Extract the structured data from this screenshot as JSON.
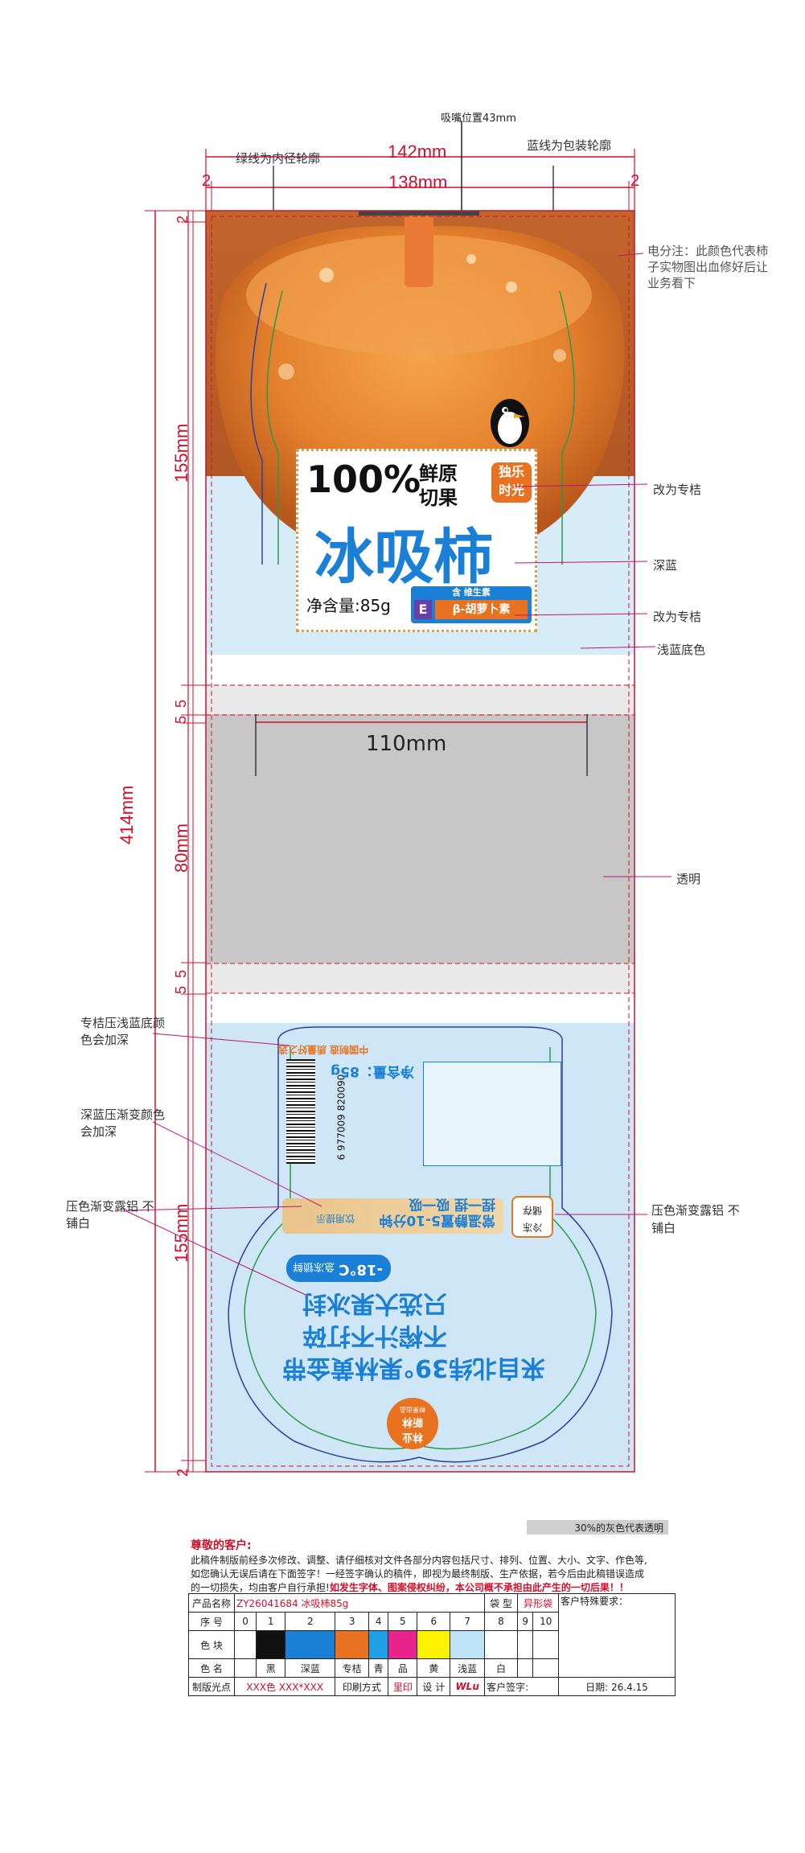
{
  "dimensions": {
    "top_straw": "吸嘴位置43mm",
    "w142": "142mm",
    "w138": "138mm",
    "edge_left": "2",
    "edge_right": "2",
    "h155_top": "155mm",
    "h414": "414mm",
    "h5a": "5",
    "h5b": "5",
    "h80": "80mm",
    "h5c": "5",
    "h5d": "5",
    "h155_bottom": "155mm",
    "h2_top": "2",
    "h2_bottom": "2",
    "w110": "110mm"
  },
  "notes": {
    "green_line": "绿线为内径轮廓",
    "blue_line": "蓝线为包装轮廓",
    "electro": "电分注：此颜色代表柿子实物图出血修好后让业务看下",
    "spot1": "改为专桔",
    "deep_blue": "深蓝",
    "spot2": "改为专桔",
    "light_blue": "浅蓝底色",
    "transparent": "透明",
    "spot_bg": "专桔压浅蓝底颜色会加深",
    "deep_gradient": "深蓝压渐变颜色会加深",
    "press_left": "压色渐变露铝  不铺白",
    "press_right": "压色渐变露铝  不铺白",
    "gray_note": "30%的灰色代表透明"
  },
  "front": {
    "percent": "100%",
    "fresh1": "鲜原",
    "fresh2": "切果",
    "brand1": "独乐",
    "brand2": "时光",
    "product": "冰吸柿",
    "net": "净含量:85g",
    "vitamin_title": "含 维生素",
    "vitamin_letter": "E",
    "carotene": "β-胡萝卜素"
  },
  "back": {
    "slogan1": "来自北纬39°果林黄金带",
    "slogan2": "不榨汁不打碎",
    "slogan3": "只选大果冰封",
    "temp": "-18°C",
    "temp_label": "急冻锁鲜",
    "tip_title": "饮用提示",
    "tip1": "常温静置5-10分钟",
    "tip2": "捏一捏 吸一吸",
    "storage1": "冷冻",
    "storage2": "储存",
    "net": "净含量：85g",
    "barcode_digits": "6 977009 820090",
    "origin": "中国制造  质量好之选",
    "brand_seal1": "林业",
    "brand_seal2": "新林",
    "brand_seal3": "鲜果出品"
  },
  "disclaimer": {
    "heading": "尊敬的客户:",
    "body1": "此稿件制版前经多次修改、调整、请仔细核对文件各部分内容包括尺寸、排列、位置、大小、文字、作色等,",
    "body2": "如您确认无误后请在下面签字！一经签字确认的稿件，即视为最终制版、生产依据，若今后由此稿错误造成",
    "body3a": "的一切损失，均由客户自行承担!",
    "body3b": "如发生字体、图案侵权纠纷，本公司概不承担由此产生的一切后果！！"
  },
  "spec": {
    "product_name_label": "产品名称",
    "product_name": "ZY26041684 冰吸柿85g",
    "bag_label": "袋 型",
    "bag_type": "异形袋",
    "customer_req": "客户特殊要求：",
    "seq_label": "序 号",
    "seq": [
      "0",
      "1",
      "2",
      "3",
      "4",
      "5",
      "6",
      "7",
      "8",
      "9",
      "10"
    ],
    "block_label": "色 块",
    "blocks": [
      "#ffffff",
      "#111111",
      "#1a7fd6",
      "#e8721f",
      "#1fa0e6",
      "#e8248c",
      "#fff200",
      "#bfe3f7",
      "#ffffff",
      "#ffffff",
      "#ffffff"
    ],
    "name_label": "色 名",
    "names": [
      "",
      "黑",
      "深蓝",
      "专桔",
      "青",
      "品",
      "黄",
      "浅蓝",
      "白",
      "",
      ""
    ],
    "plate_label": "制版光点",
    "plate": "XXX色 XXX*XXX",
    "print_label": "印刷方式",
    "print": "里印",
    "design_label": "设 计",
    "designer": "WLu",
    "sign_label": "客户签字:",
    "date": "日期: 26.4.15"
  },
  "colors": {
    "orange": "#c2652d",
    "light_blue": "#d6ecf9",
    "deep_blue": "#1a7fd6",
    "red": "#d0112b",
    "gray": "#c7c7c7"
  }
}
